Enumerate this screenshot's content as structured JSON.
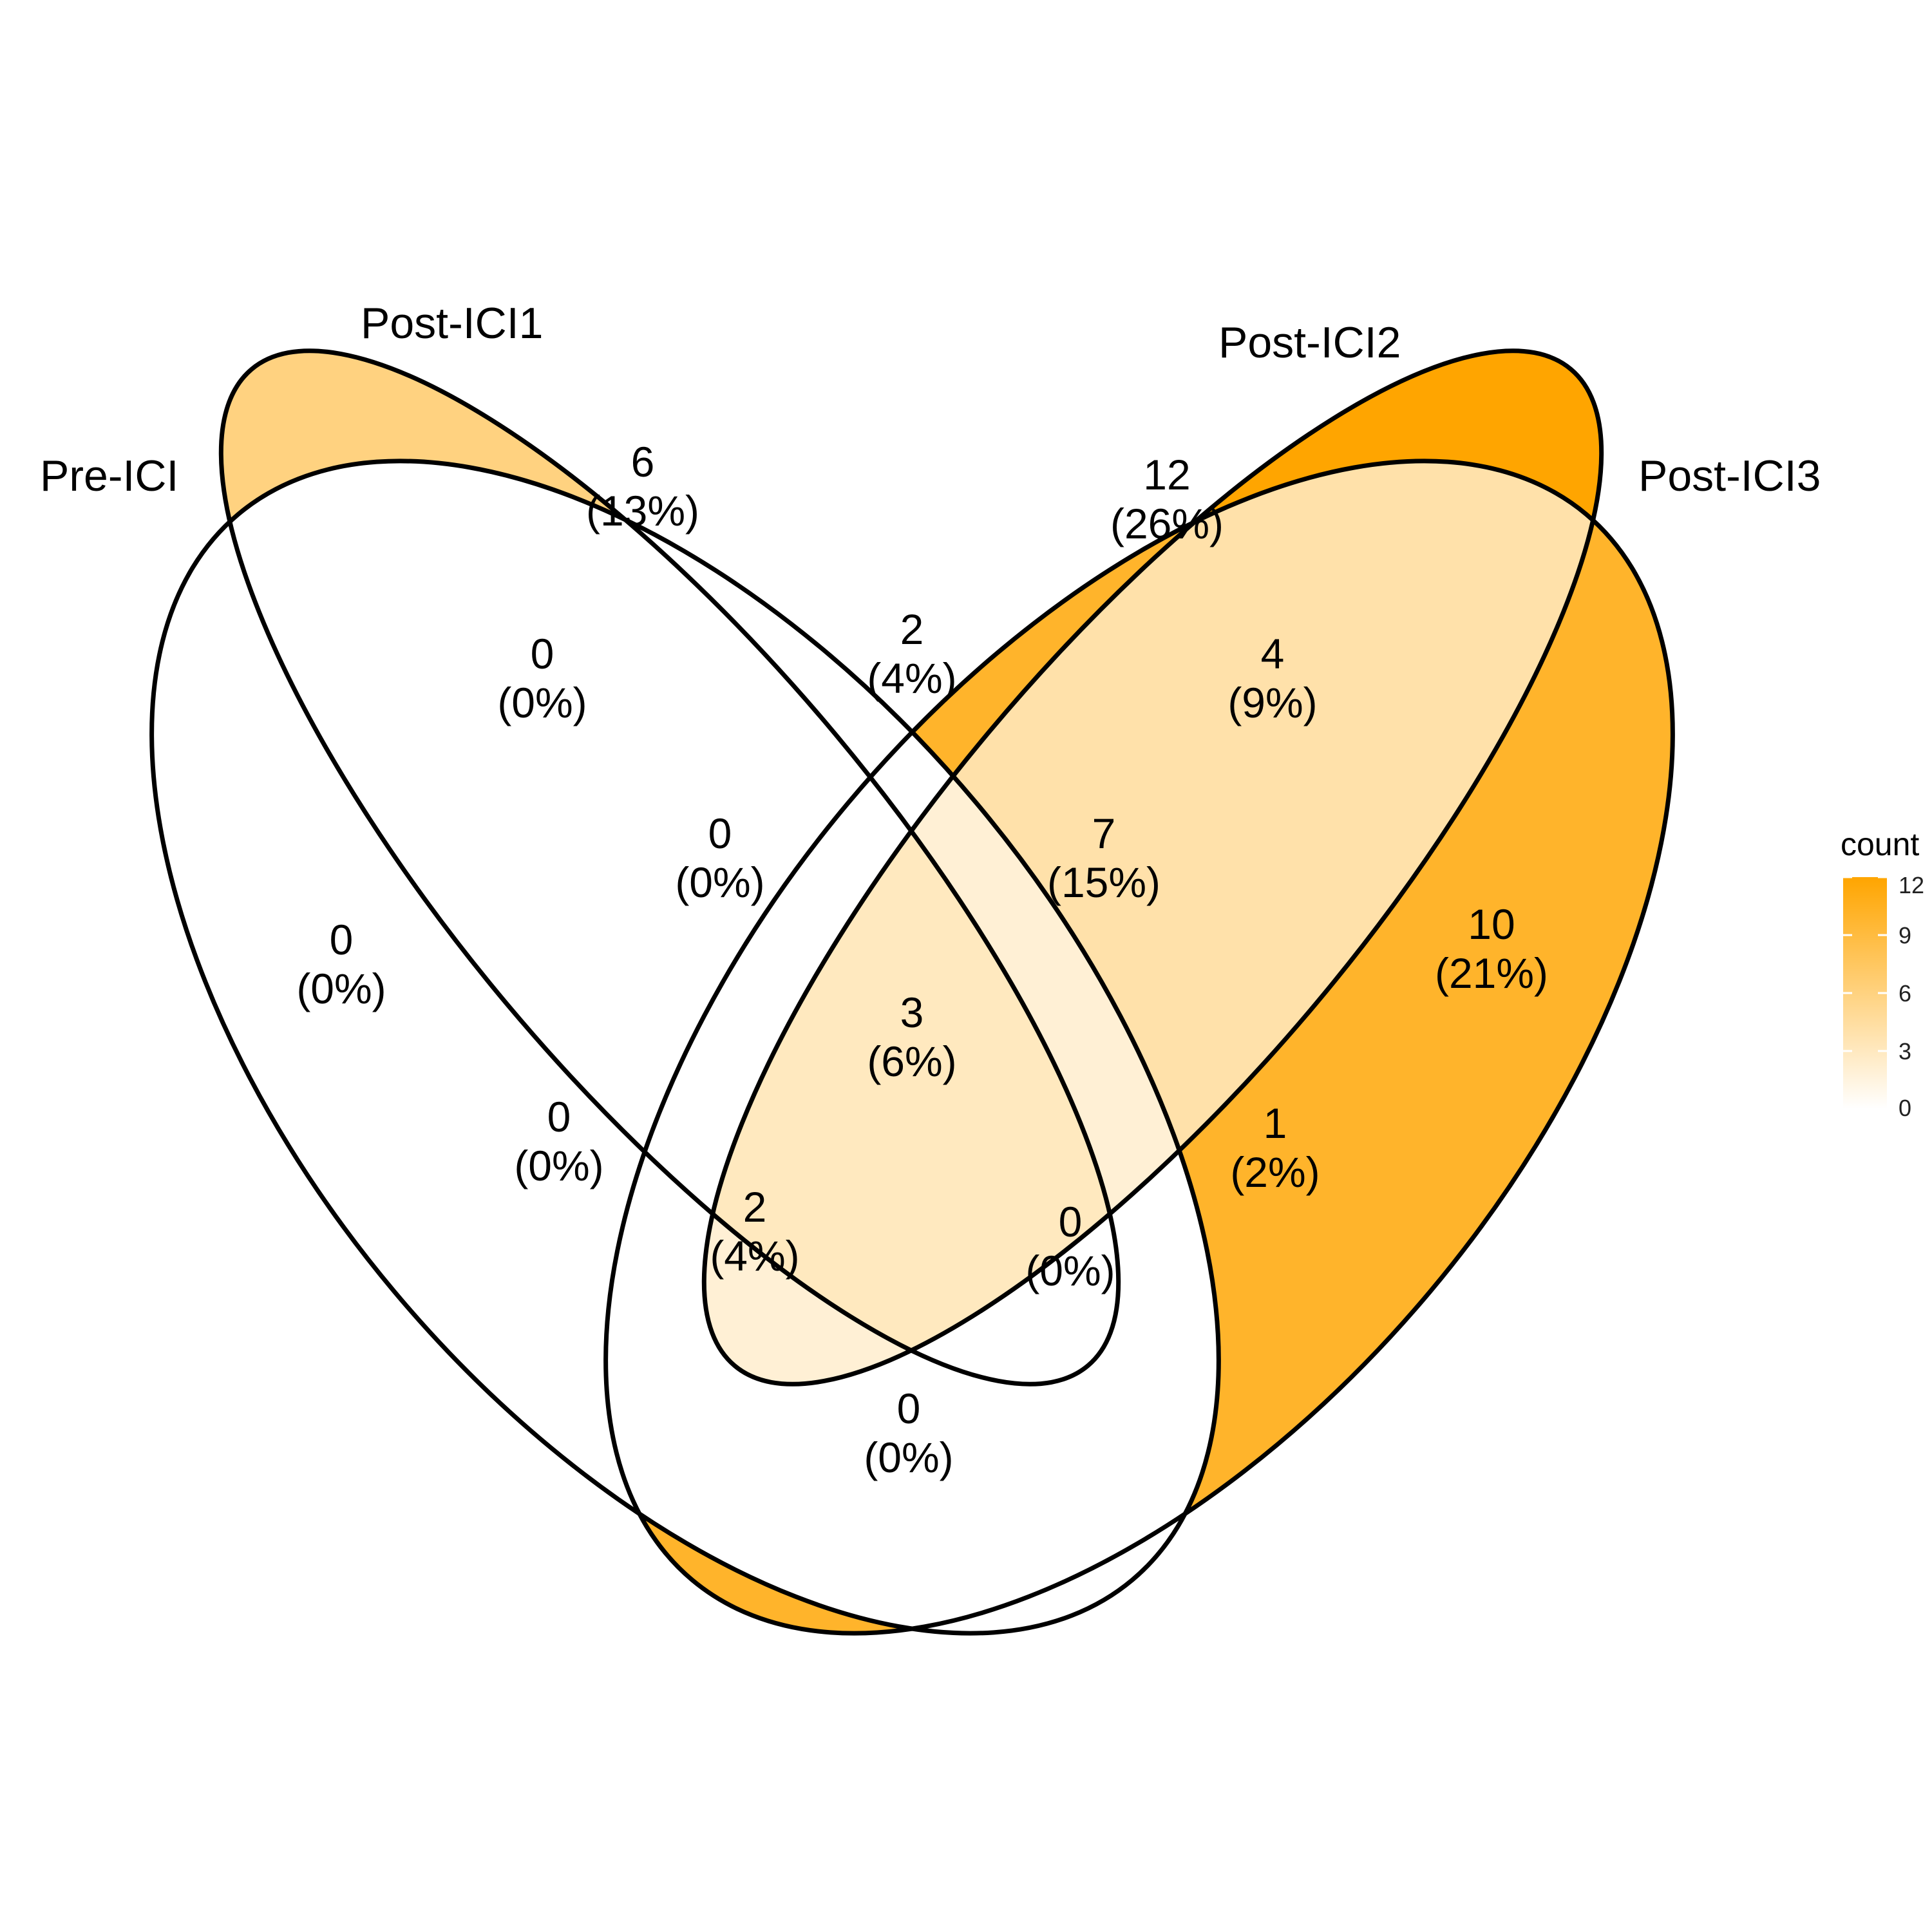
{
  "sets": [
    "Pre-ICI",
    "Post-ICI1",
    "Post-ICI2",
    "Post-ICI3"
  ],
  "regions": [
    {
      "sets": [
        "Pre-ICI"
      ],
      "count": "0",
      "percent": "(0%)"
    },
    {
      "sets": [
        "Post-ICI1"
      ],
      "count": "6",
      "percent": "(13%)"
    },
    {
      "sets": [
        "Post-ICI2"
      ],
      "count": "12",
      "percent": "(26%)"
    },
    {
      "sets": [
        "Post-ICI3"
      ],
      "count": "10",
      "percent": "(21%)"
    },
    {
      "sets": [
        "Pre-ICI",
        "Post-ICI1"
      ],
      "count": "0",
      "percent": "(0%)"
    },
    {
      "sets": [
        "Post-ICI1",
        "Post-ICI2"
      ],
      "count": "2",
      "percent": "(4%)"
    },
    {
      "sets": [
        "Post-ICI2",
        "Post-ICI3"
      ],
      "count": "4",
      "percent": "(9%)"
    },
    {
      "sets": [
        "Pre-ICI",
        "Post-ICI1",
        "Post-ICI2"
      ],
      "count": "0",
      "percent": "(0%)"
    },
    {
      "sets": [
        "Post-ICI1",
        "Post-ICI2",
        "Post-ICI3"
      ],
      "count": "7",
      "percent": "(15%)"
    },
    {
      "sets": [
        "Pre-ICI",
        "Post-ICI2"
      ],
      "count": "0",
      "percent": "(0%)"
    },
    {
      "sets": [
        "Pre-ICI",
        "Post-ICI1",
        "Post-ICI2",
        "Post-ICI3"
      ],
      "count": "3",
      "percent": "(6%)"
    },
    {
      "sets": [
        "Post-ICI1",
        "Post-ICI3"
      ],
      "count": "1",
      "percent": "(2%)"
    },
    {
      "sets": [
        "Pre-ICI",
        "Post-ICI2",
        "Post-ICI3"
      ],
      "count": "2",
      "percent": "(4%)"
    },
    {
      "sets": [
        "Pre-ICI",
        "Post-ICI1",
        "Post-ICI3"
      ],
      "count": "0",
      "percent": "(0%)"
    },
    {
      "sets": [
        "Pre-ICI",
        "Post-ICI3"
      ],
      "count": "0",
      "percent": "(0%)"
    }
  ],
  "legend": {
    "title": "count",
    "ticks": [
      "12",
      "9",
      "6",
      "3",
      "0"
    ],
    "min": 0,
    "max": 12,
    "color_low": "#ffffff",
    "color_high": "#ffa500"
  }
}
